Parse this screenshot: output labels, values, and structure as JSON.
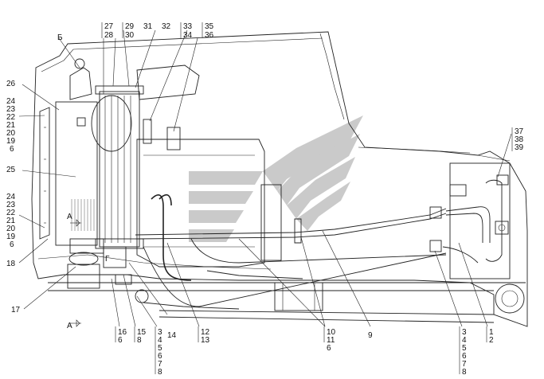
{
  "watermark_color": "#b9b9b9",
  "line_color": "#222222",
  "view_marks": {
    "b": "Б",
    "a": "А",
    "g": "Г"
  },
  "callouts": {
    "c26": "26",
    "stack_left_1": [
      "24",
      "23",
      "22",
      "21",
      "20",
      "19",
      "6"
    ],
    "c25": "25",
    "stack_left_2": [
      "24",
      "23",
      "22",
      "21",
      "20",
      "19",
      "6"
    ],
    "c18": "18",
    "c17": "17",
    "top_27_28": [
      "27",
      "28"
    ],
    "top_29_30": [
      "29",
      "30"
    ],
    "c31": "31",
    "c32": "32",
    "top_33_34": [
      "33",
      "34"
    ],
    "top_35_36": [
      "35",
      "36"
    ],
    "right_37_39": [
      "37",
      "38",
      "39"
    ],
    "bottom_16_6": [
      "16",
      "6"
    ],
    "bottom_15_8": [
      "15",
      "8"
    ],
    "bottom_3_8a": [
      "3",
      "4",
      "5",
      "6",
      "7",
      "8"
    ],
    "c14": "14",
    "bottom_12_13": [
      "12",
      "13"
    ],
    "bottom_10_6": [
      "10",
      "11",
      "6"
    ],
    "c9": "9",
    "bottom_3_8b": [
      "3",
      "4",
      "5",
      "6",
      "7",
      "8"
    ],
    "bottom_1_2": [
      "1",
      "2"
    ]
  }
}
